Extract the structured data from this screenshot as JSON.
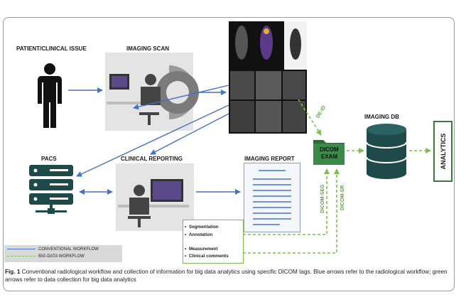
{
  "labels": {
    "patient": "PATIENT/CLINICAL ISSUE",
    "imaging_scan": "IMAGING SCAN",
    "pacs": "PACS",
    "clinical_reporting": "CLINICAL REPORTING",
    "imaging_report": "IMAGING  REPORT",
    "imaging_db": "IMAGING DB",
    "analytics": "ANALYTICS",
    "dicom_exam_line1": "DICOM",
    "dicom_exam_line2": "EXAM",
    "de_id": "DE-ID",
    "dicom_seg": "DICOM-SEG",
    "dicom_sr": "DICOM-SR"
  },
  "notes": [
    "Segmentation",
    "Annotation",
    "Measurement",
    "Clinical comments"
  ],
  "legend": {
    "conventional": "CONVENTIONAL WORKFLOW",
    "big_data": "BIG-DATA WORKFLOW"
  },
  "caption": {
    "figure_label": "Fig. 1",
    "text": "Conventional radiological workflow and collection of information for big data analytics using specific DICOM tags. Blue arrows refer to the radiological workflow; green arrows refer to data collection for big data analytics"
  },
  "colors": {
    "conventional": "#4472c4",
    "big_data": "#7cbf4f",
    "pacs": "#1f4a4a",
    "database": "#1f4a4a"
  }
}
